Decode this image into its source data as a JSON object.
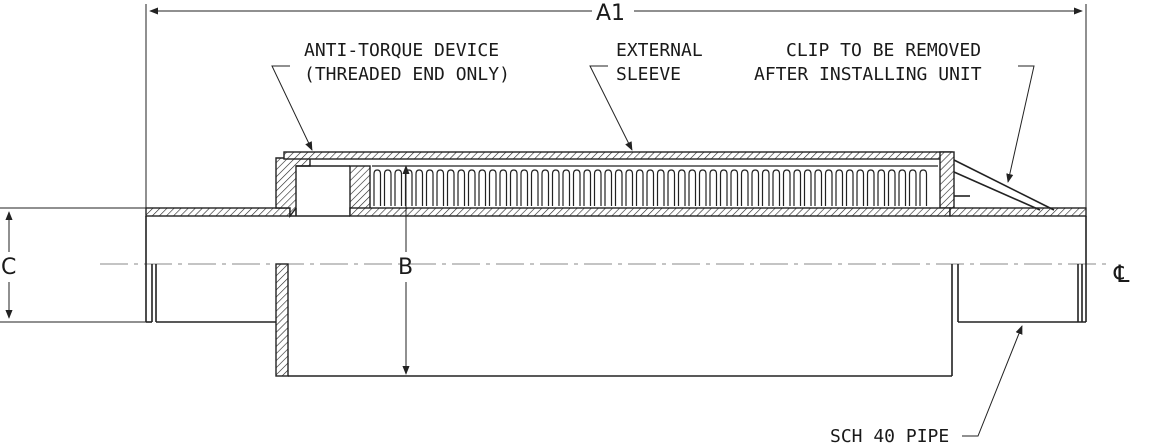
{
  "dimensions": {
    "overall_length": "A1",
    "sleeve_inner": "B",
    "pipe_diameter": "C"
  },
  "centerline_symbol": "℄",
  "callouts": {
    "anti_torque": [
      "ANTI-TORQUE DEVICE",
      "(THREADED END ONLY)"
    ],
    "external_sleeve": [
      "EXTERNAL",
      "SLEEVE"
    ],
    "clip": [
      "CLIP TO BE REMOVED",
      "AFTER INSTALLING UNIT"
    ],
    "pipe": "SCH 40 PIPE"
  }
}
